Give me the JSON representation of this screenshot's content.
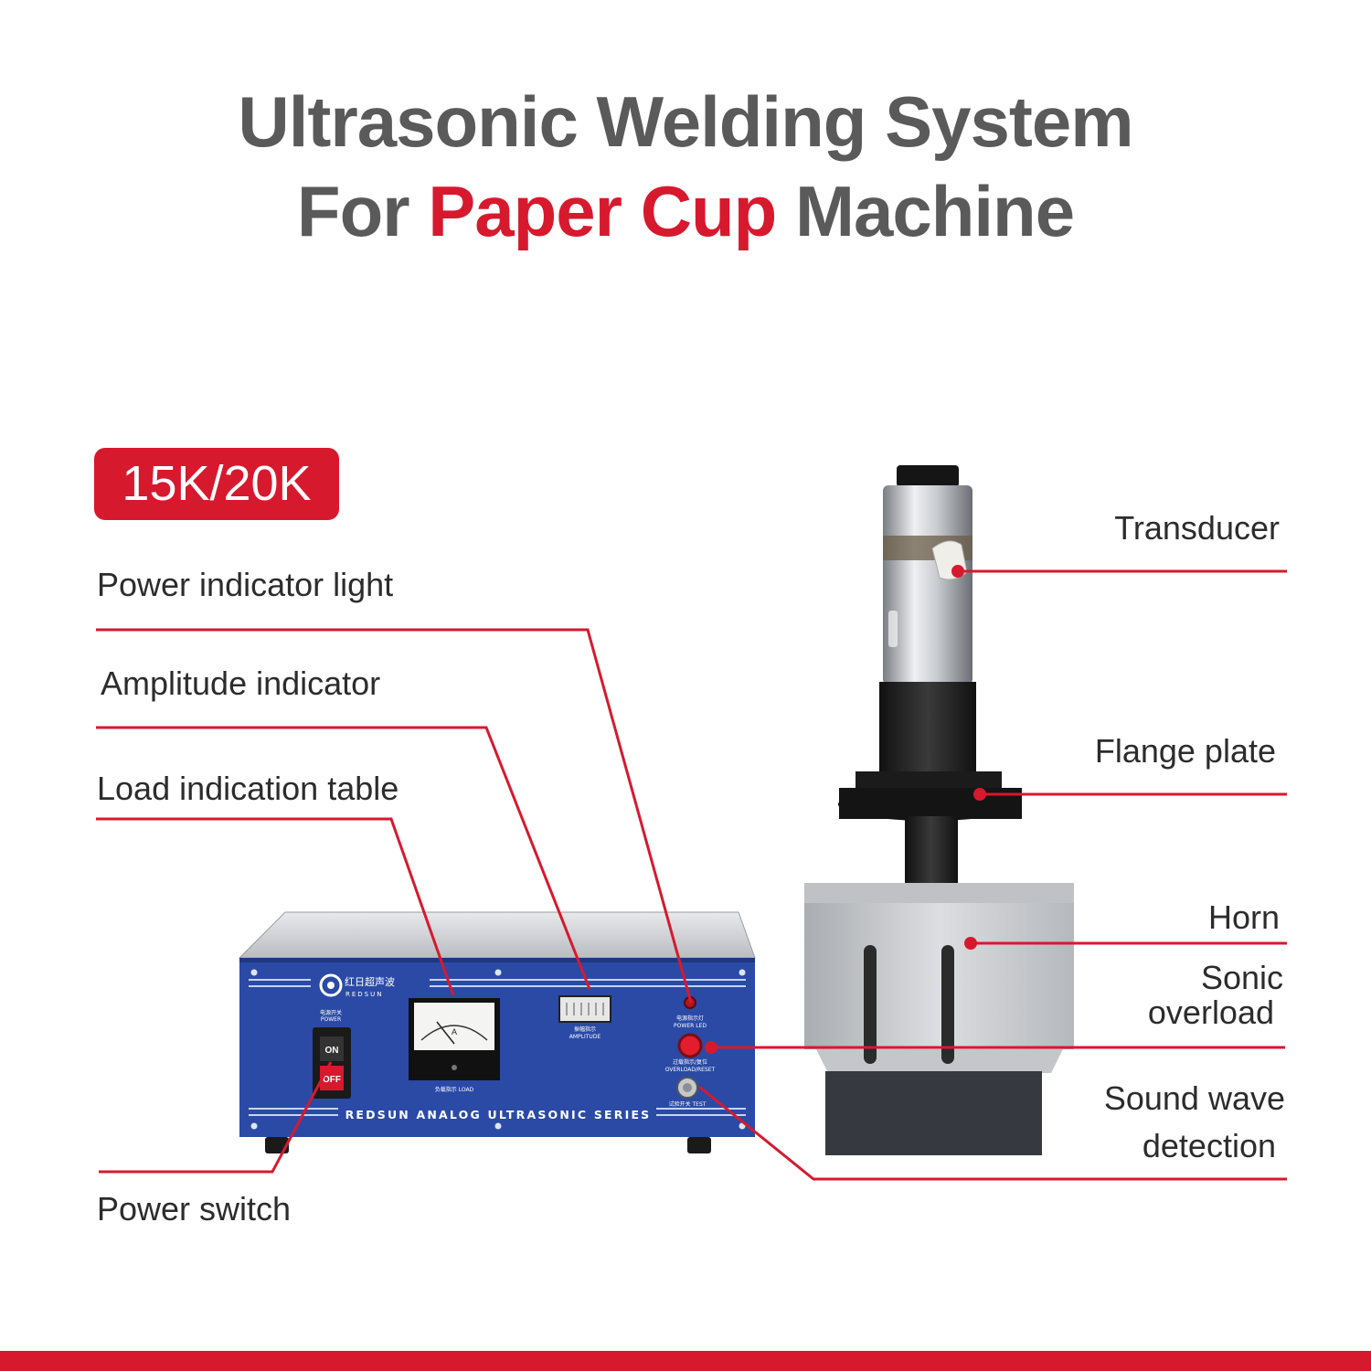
{
  "title": {
    "line1": "Ultrasonic Welding System",
    "line2_prefix": "For ",
    "line2_accent": "Paper Cup",
    "line2_suffix": " Machine"
  },
  "badge": "15K/20K",
  "labels": {
    "power_indicator_light": "Power indicator light",
    "amplitude_indicator": "Amplitude indicator",
    "load_indication_table": "Load indication table",
    "power_switch": "Power switch",
    "transducer": "Transducer",
    "flange_plate": "Flange plate",
    "horn": "Horn",
    "sonic_overload_1": "Sonic",
    "sonic_overload_2": "overload",
    "sound_wave_1": "Sound wave",
    "sound_wave_2": "detection"
  },
  "generator": {
    "brand_cn": "红日超声波",
    "brand_en": "REDSUN",
    "series": "REDSUN ANALOG ULTRASONIC SERIES",
    "power_label_cn": "电源开关",
    "power_label_en": "POWER",
    "switch_on": "ON",
    "switch_off": "OFF",
    "meter_unit": "A",
    "load_label": "负载指示 LOAD",
    "amplitude_label_cn": "振幅指示",
    "amplitude_label_en": "AMPLITUDE",
    "power_led_cn": "电源指示灯",
    "power_led_en": "POWER LED",
    "overload_cn": "过载指示/复位",
    "overload_en": "OVERLOAD/RESET",
    "test_label": "试验开关 TEST"
  },
  "colors": {
    "accent": "#d7192e",
    "title_gray": "#5a5a5a",
    "panel_blue": "#2a4aa6"
  }
}
